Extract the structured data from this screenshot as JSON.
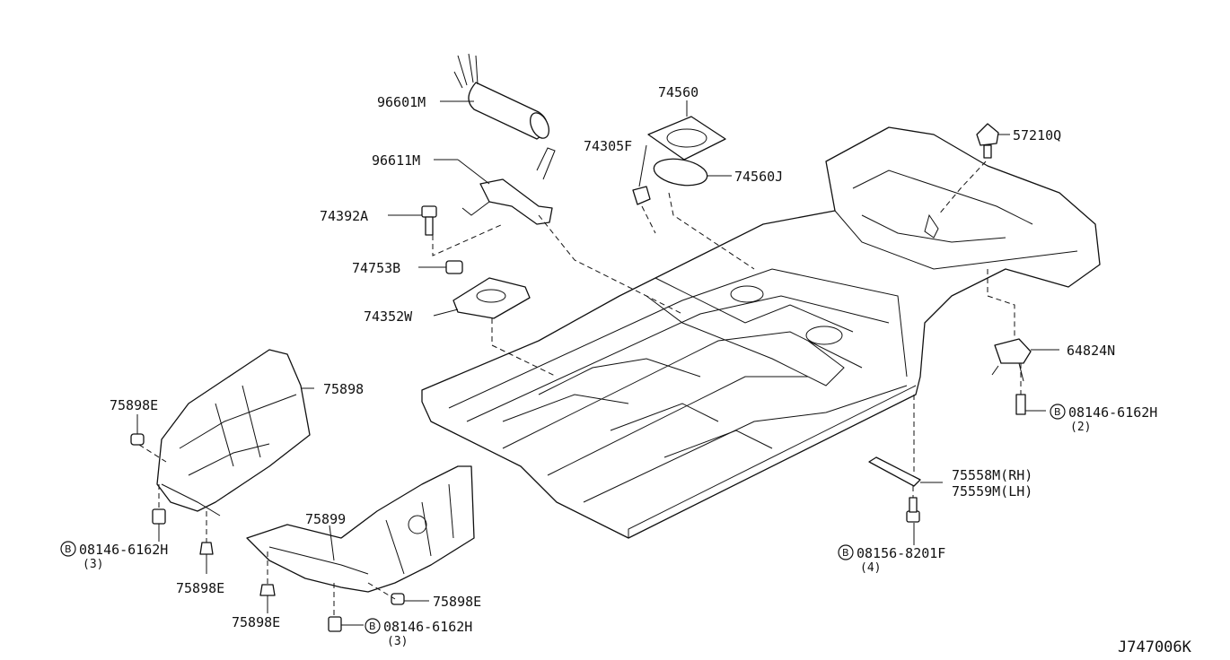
{
  "diagram_code": "J747006K",
  "bolt_symbol": "B",
  "labels": {
    "p96601M": "96601M",
    "p96611M": "96611M",
    "p74392A": "74392A",
    "p74753B": "74753B",
    "p74352W": "74352W",
    "p74560": "74560",
    "p74305F": "74305F",
    "p74560J": "74560J",
    "p57210Q": "57210Q",
    "p64824N": "64824N",
    "p08146_rear": "08146-6162H",
    "p08146_rear_qty": "(2)",
    "p75558M": "75558M(RH)",
    "p75559M": "75559M(LH)",
    "p08156": "08156-8201F",
    "p08156_qty": "(4)",
    "p75898": "75898",
    "p75898E_a": "75898E",
    "p08146_left": "08146-6162H",
    "p08146_left_qty": "(3)",
    "p75898E_b": "75898E",
    "p75899": "75899",
    "p75898E_c": "75898E",
    "p75898E_d": "75898E",
    "p08146_bottom": "08146-6162H",
    "p08146_bottom_qty": "(3)"
  }
}
